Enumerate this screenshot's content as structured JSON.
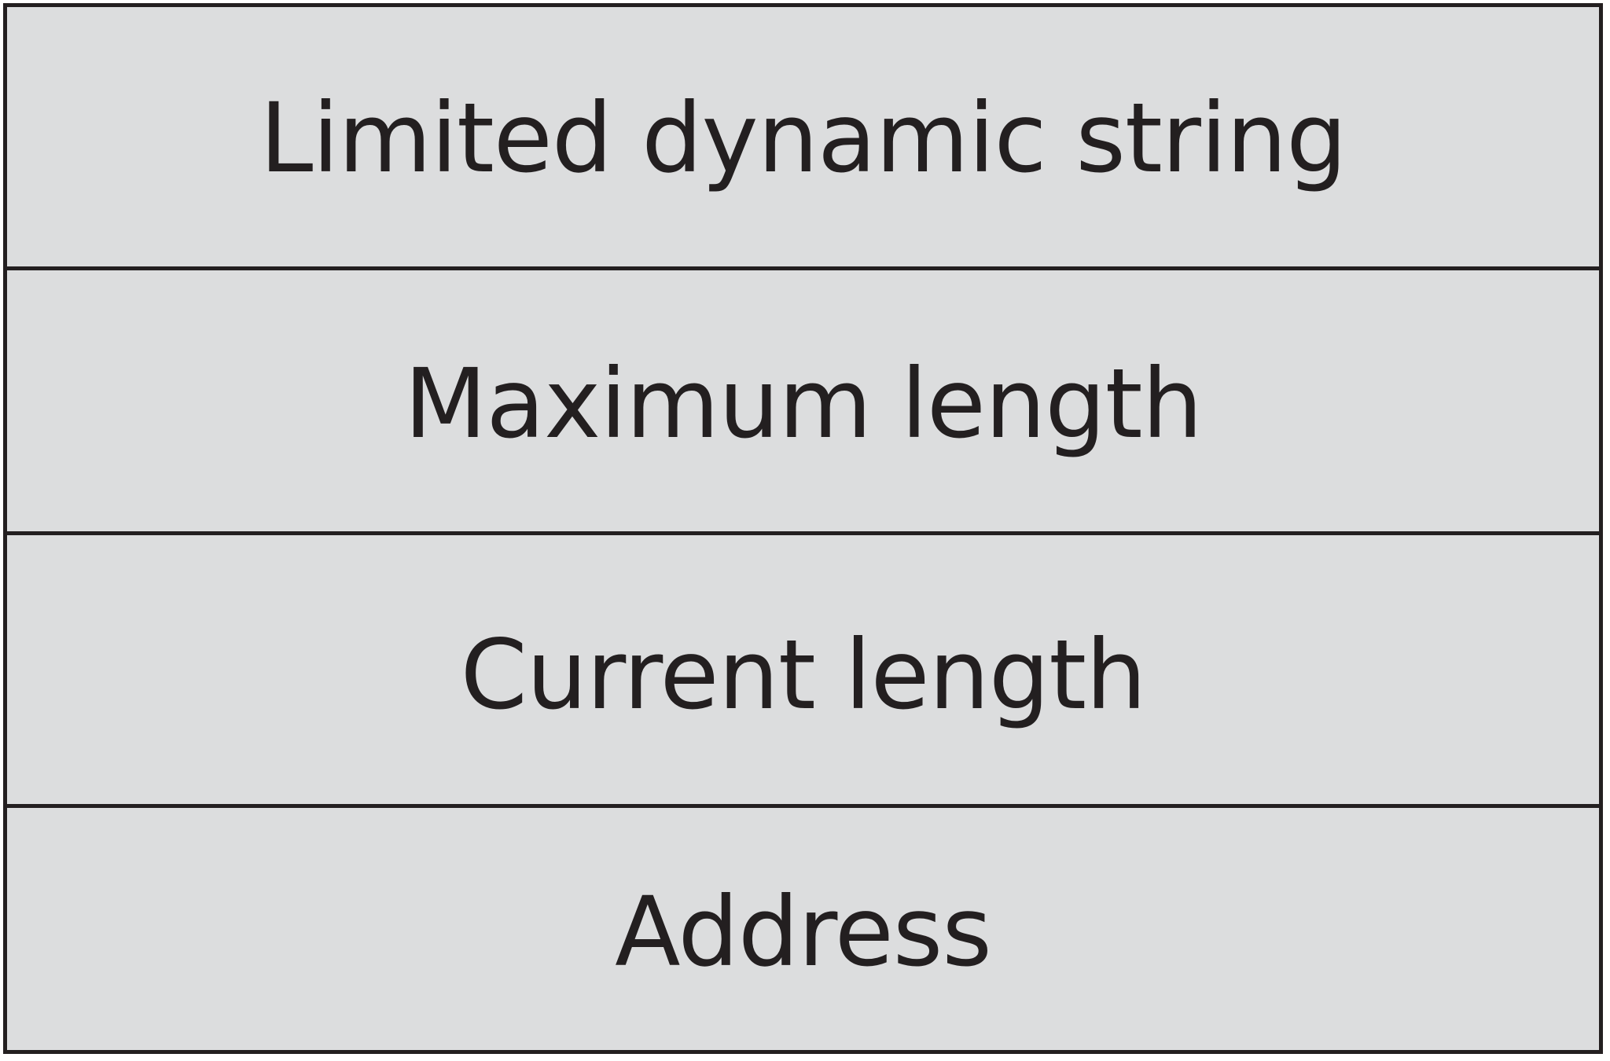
{
  "diagram": {
    "fields": [
      {
        "label": "Limited dynamic string"
      },
      {
        "label": "Maximum length"
      },
      {
        "label": "Current length"
      },
      {
        "label": "Address"
      }
    ],
    "colors": {
      "fill": "#dcddde",
      "border": "#231f20",
      "text": "#231f20"
    }
  }
}
